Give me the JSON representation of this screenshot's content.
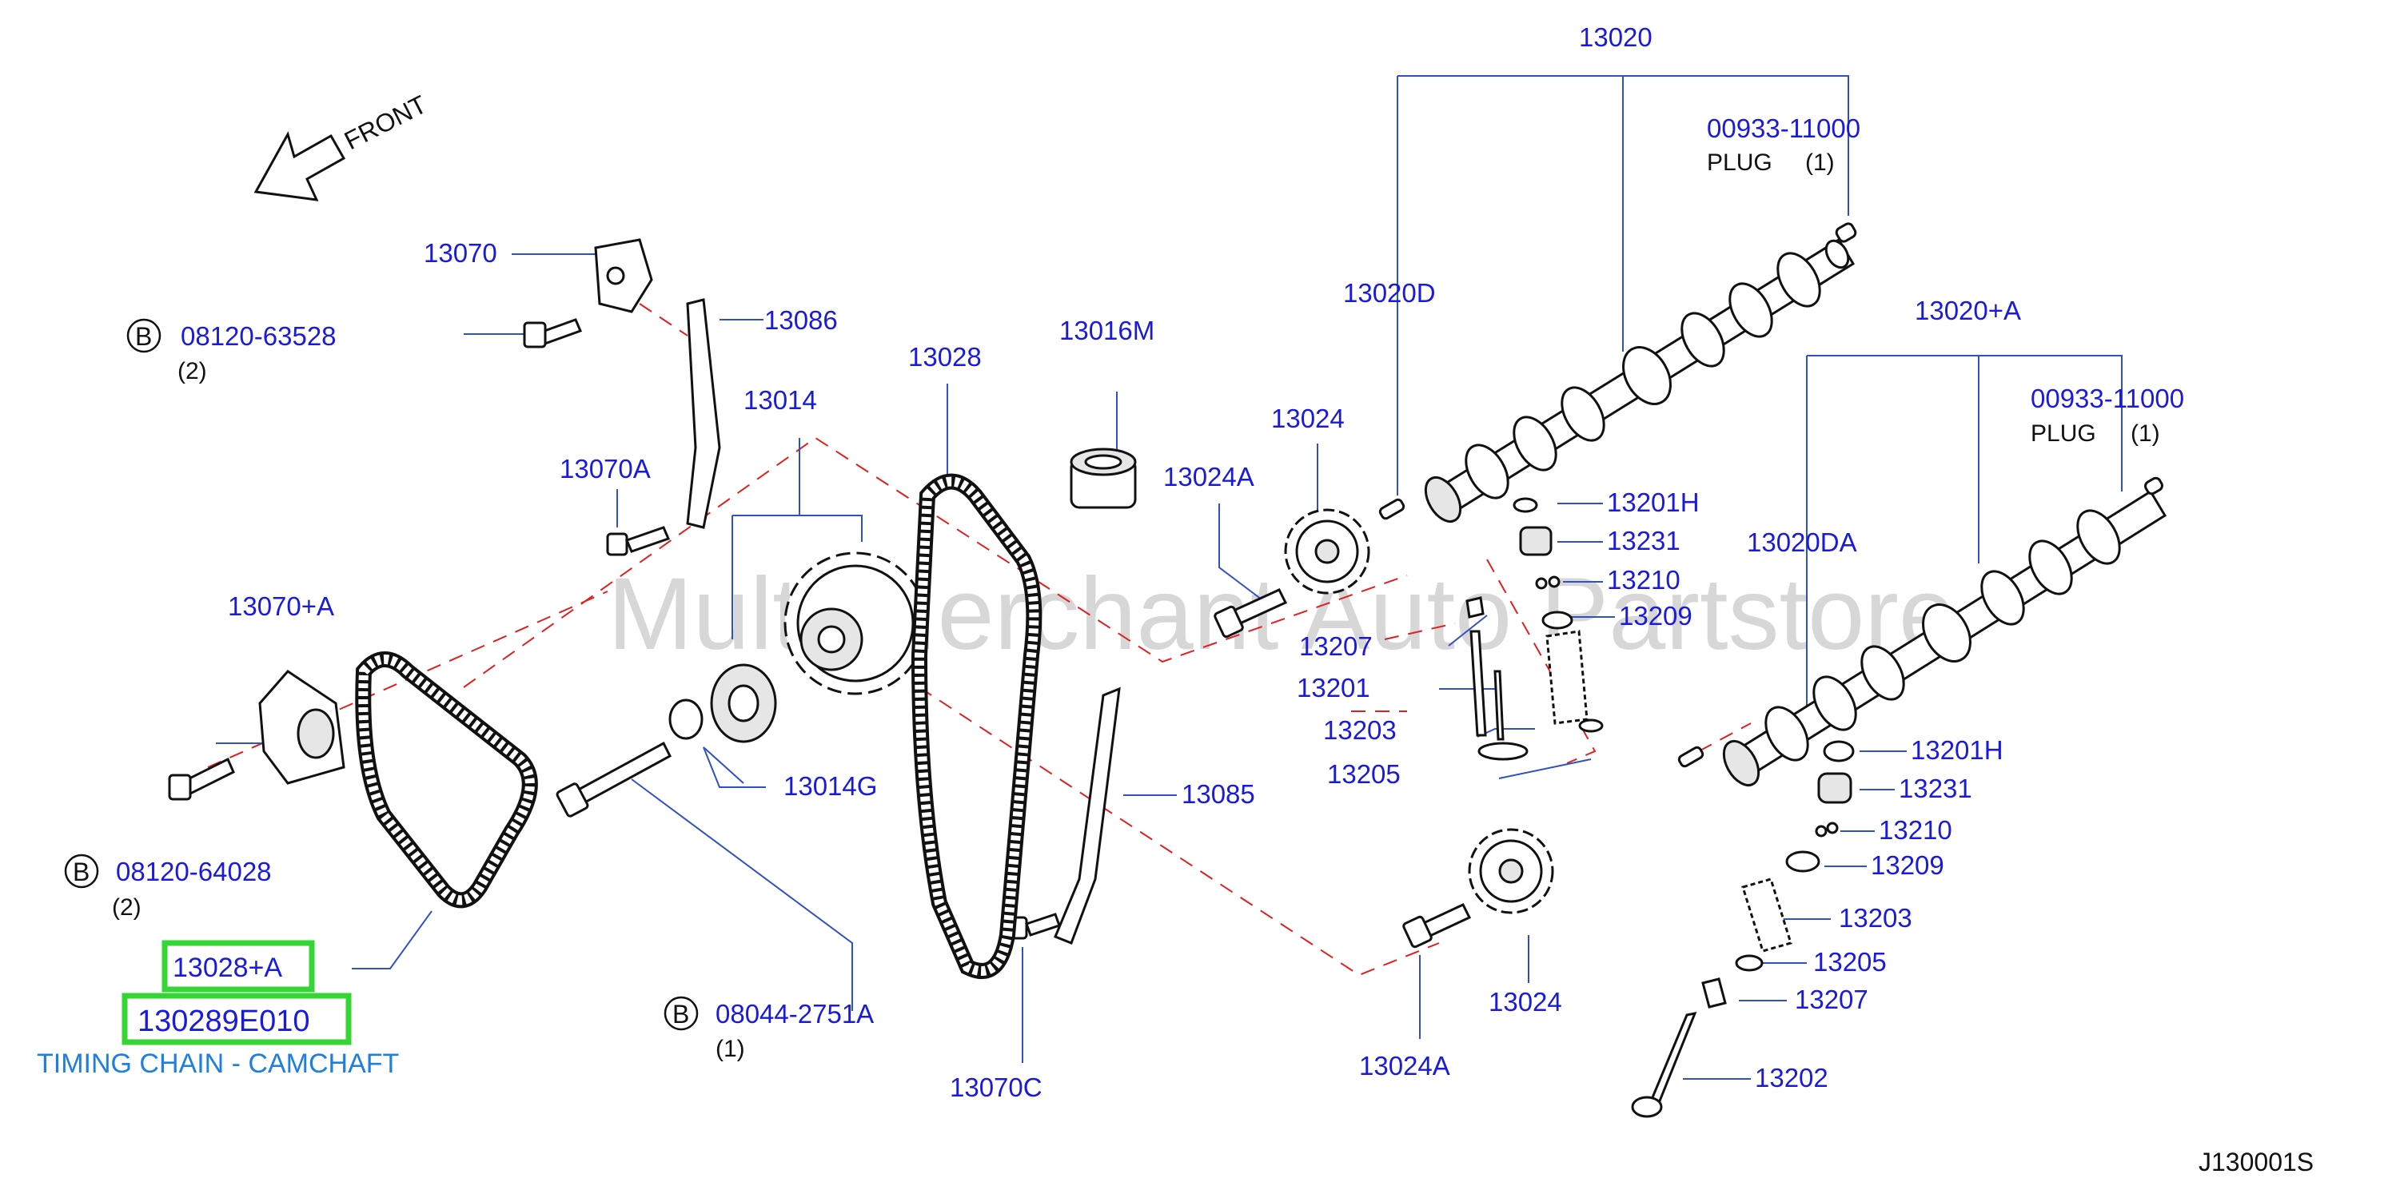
{
  "front_label": "FRONT",
  "watermark": "Multi Merchant Auto Partstore",
  "diagram_ref": "J130001S",
  "bolt_marker": "B",
  "labels": {
    "l13020": "13020",
    "l00933a": "00933-11000",
    "plugA": "PLUG",
    "plugA_qty": "(1)",
    "l13020D": "13020D",
    "l13020pA": "13020+A",
    "l00933b": "00933-11000",
    "plugB": "PLUG",
    "plugB_qty": "(1)",
    "l13020DA": "13020DA",
    "l13070": "13070",
    "l08120_63528": "08120-63528",
    "q_63528": "(2)",
    "l13086": "13086",
    "l13014": "13014",
    "l13028": "13028",
    "l13016M": "13016M",
    "l13024_top": "13024",
    "l13024A_top": "13024A",
    "l13070A": "13070A",
    "l13201H_a": "13201H",
    "l13231_a": "13231",
    "l13210_a": "13210",
    "l13209_a": "13209",
    "l13207_a": "13207",
    "l13201": "13201",
    "l13203_a": "13203",
    "l13205_a": "13205",
    "l13070pA": "13070+A",
    "l13014G": "13014G",
    "l13085": "13085",
    "l13201H_b": "13201H",
    "l13231_b": "13231",
    "l13210_b": "13210",
    "l13209_b": "13209",
    "l13203_b": "13203",
    "l13205_b": "13205",
    "l13207_b": "13207",
    "l13202": "13202",
    "l08120_64028": "08120-64028",
    "q_64028": "(2)",
    "l13028pA": "13028+A",
    "l130289E010": "130289E010",
    "timing_chain": "TIMING CHAIN - CAMCHAFT",
    "l08044": "08044-2751A",
    "q_08044": "(1)",
    "l13070C": "13070C",
    "l13024A_bot": "13024A",
    "l13024_bot": "13024"
  },
  "colors": {
    "label": "#1a1adc",
    "caption": "#1e7fe0",
    "highlight_box": "#35d535",
    "dashed_line": "#e02020",
    "leader": "#3050c8"
  },
  "icons": [
    "front-arrow-icon",
    "bolt-marker-icon"
  ]
}
